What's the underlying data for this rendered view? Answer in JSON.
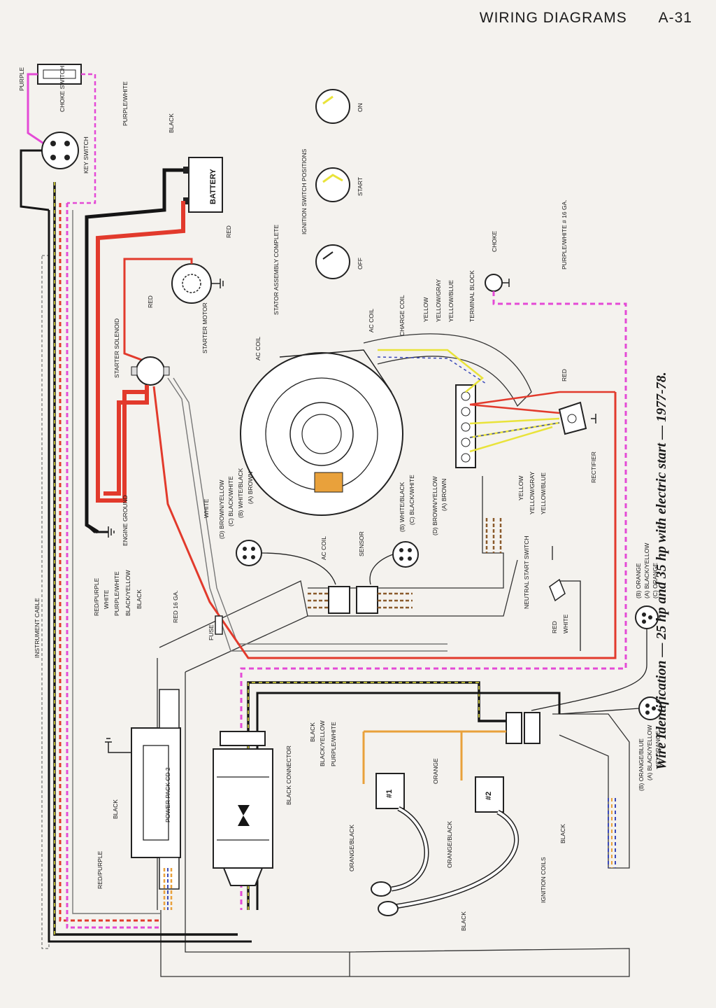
{
  "header": {
    "section": "WIRING DIAGRAMS",
    "page": "A-31"
  },
  "caption": "Wire Identification — 25 hp and 35 hp with electric start — 1977-78.",
  "colors": {
    "red": "#e23a2c",
    "black": "#151515",
    "yellow": "#e9e33a",
    "purple": "#e44ad6",
    "orange": "#e9a13b",
    "brown": "#8a5a2b",
    "blue": "#3b49b8",
    "gray": "#9a9a9a"
  },
  "labels": {
    "purple": "PURPLE",
    "choke_switch": "CHOKE SWITCH",
    "purple_white": "PURPLE/WHITE",
    "key_switch": "KEY SWITCH",
    "black": "BLACK",
    "battery": "BATTERY",
    "red": "RED",
    "starter_motor": "STARTER MOTOR",
    "starter_solenoid": "STARTER SOLENOID",
    "engine_ground": "ENGINE GROUND",
    "instrument_cable": "INSTRUMENT CABLE",
    "red_purple": "RED/PURPLE",
    "white": "WHITE",
    "black_yellow": "BLACK/YELLOW",
    "red_16ga": "RED 16 GA.",
    "fuse": "FUSE",
    "ignition_switch_positions": "IGNITION SWITCH POSITIONS",
    "off": "OFF",
    "start": "START",
    "on": "ON",
    "stator_assembly": "STATOR ASSEMBLY COMPLETE",
    "ac_coil": "AC COIL",
    "charge_coil": "CHARGE COIL",
    "sensor": "SENSOR",
    "yellow": "YELLOW",
    "yellow_gray": "YELLOW/GRAY",
    "yellow_blue": "YELLOW/BLUE",
    "terminal_block": "TERMINAL BLOCK",
    "choke": "CHOKE",
    "purple_white_16ga": "PURPLE/WHITE # 16 GA.",
    "rectifier": "RECTIFIER",
    "d_brown_yellow": "(D) BROWN/YELLOW",
    "c_black_white": "(C) BLACK/WHITE",
    "b_white_black": "(B) WHITE/BLACK",
    "a_brown": "(A) BROWN",
    "neutral_start_switch": "NEUTRAL START SWITCH",
    "b_orange": "(B) ORANGE",
    "a_black_yellow": "(A) BLACK/YELLOW",
    "c_orange": "(C) ORANGE",
    "b_orange_blue": "(B) ORANGE/BLUE",
    "power_pack": "POWER PACK CD 2",
    "black_connector": "BLACK CONNECTOR",
    "orange": "ORANGE",
    "orange_black": "ORANGE/BLACK",
    "ignition_coils": "IGNITION COILS",
    "coil1": "#1",
    "coil2": "#2"
  }
}
